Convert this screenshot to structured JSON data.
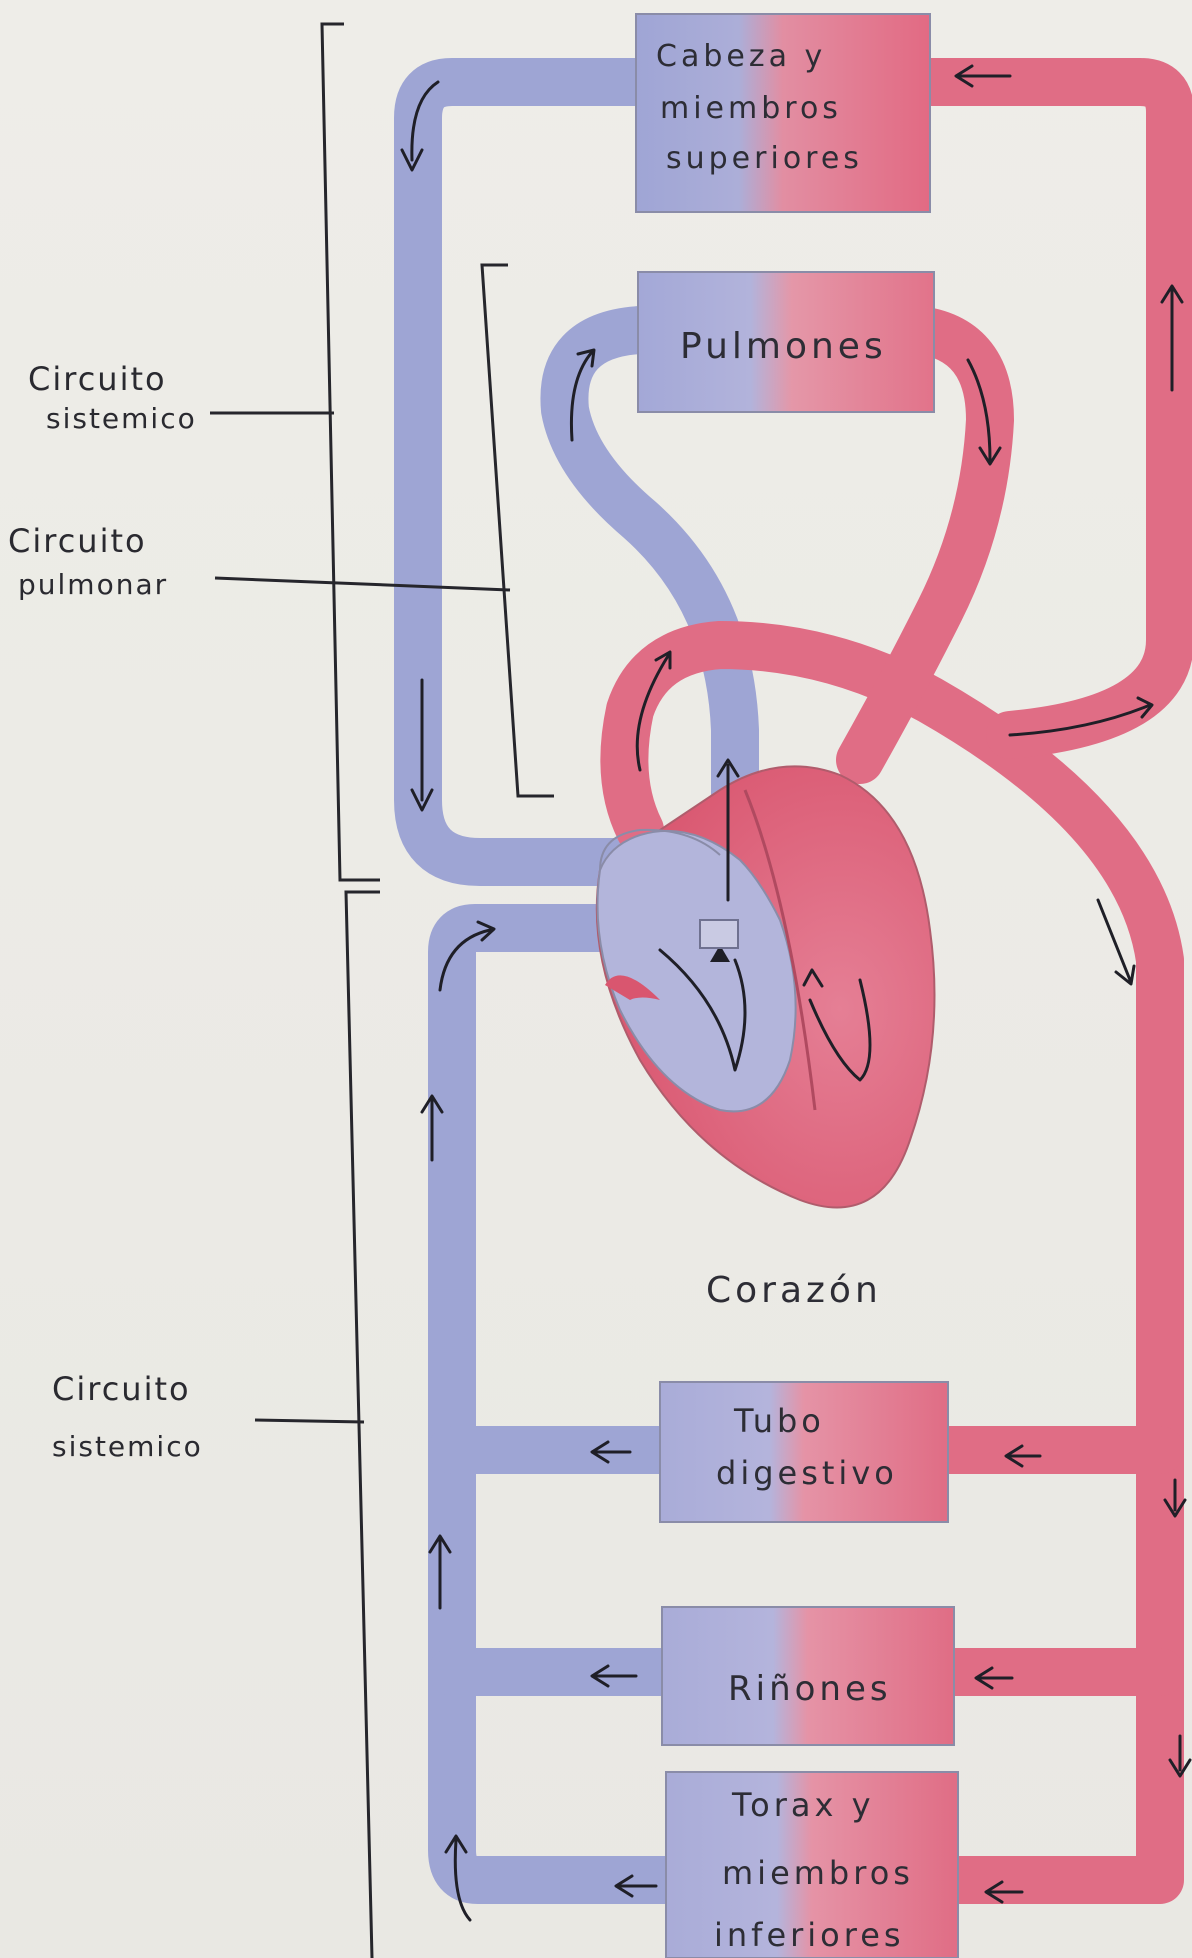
{
  "labels": {
    "systemic_upper": [
      "Circuito",
      "sistemico"
    ],
    "pulmonary": [
      "Circuito",
      "pulmonar"
    ],
    "systemic_lower": [
      "Circuito",
      "sistemico"
    ]
  },
  "organs": {
    "head": [
      "Cabeza y",
      "miembros",
      "superiores"
    ],
    "lungs": [
      "Pulmones"
    ],
    "heart": [
      "Corazón"
    ],
    "digestive": [
      "Tubo",
      "digestivo"
    ],
    "kidneys": [
      "Riñones"
    ],
    "torso": [
      "Torax y",
      "miembros",
      "inferiores"
    ]
  },
  "colors": {
    "deoxygenated": "#9ea5d4",
    "oxygenated": "#df6f85",
    "ink": "#1f1f27"
  }
}
